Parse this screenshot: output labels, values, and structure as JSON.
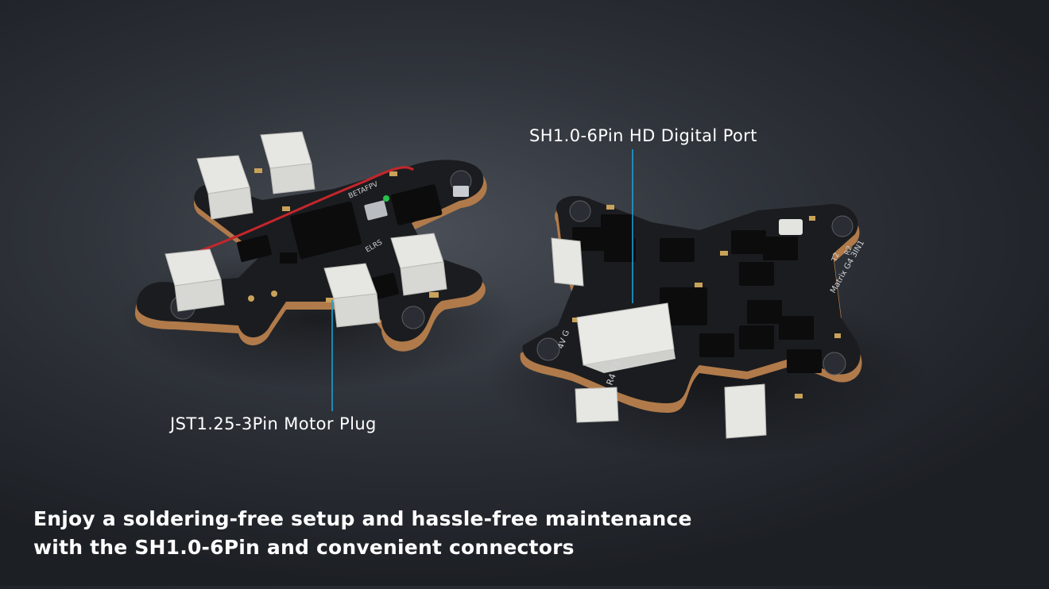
{
  "callouts": {
    "hd_port": "SH1.0-6Pin HD Digital Port",
    "motor_plug": "JST1.25-3Pin Motor Plug"
  },
  "caption": {
    "line1": "Enjoy a soldering-free setup and hassle-free maintenance",
    "line2": "with the SH1.0-6Pin and convenient connectors"
  },
  "board_marks": {
    "left_brand": "BETAFPV",
    "left_elrs": "ELRS",
    "right_model": "Matrix G4 3IN1",
    "right_pads": "R4 T4",
    "right_pad_r2": "R2",
    "right_pad_t2": "T2",
    "right_power": "4V G"
  },
  "colors": {
    "callout_line": "#1aa0d8",
    "board": "#1a1b1e",
    "board_edge": "#b07a4a",
    "connector": "#e6e6e2"
  }
}
